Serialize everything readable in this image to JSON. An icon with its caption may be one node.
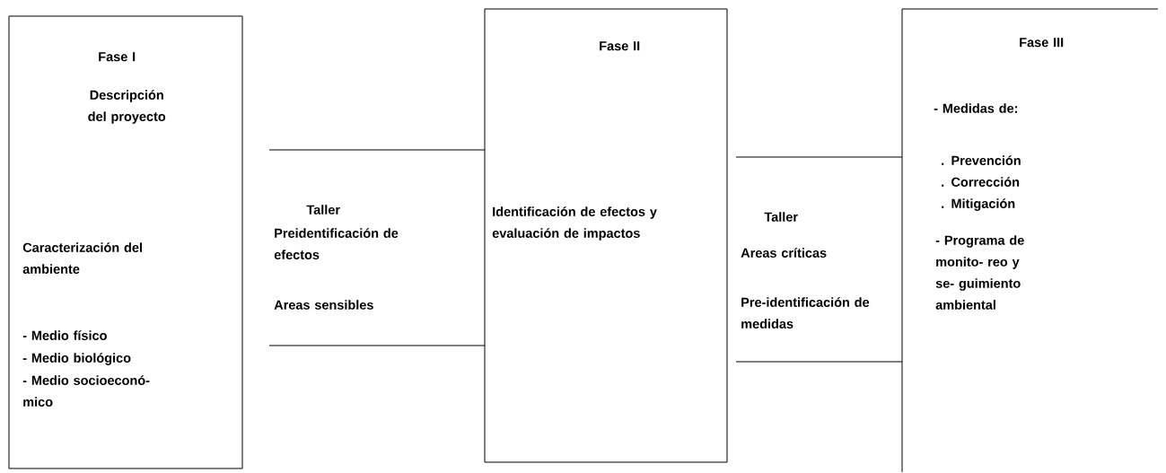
{
  "diagram": {
    "nodes": [
      {
        "text": [
          "Fase I",
          "Descripción del proyecto",
          "Caracterización del ambiente",
          "- Medio físico",
          "- Medio biológico",
          "- Medio socioeconó- mico"
        ]
      },
      {
        "text": [
          "Taller",
          "Preidentificación de efectos",
          "Areas sensibles"
        ]
      },
      {
        "text": [
          "Fase II",
          "Identificación de efectos y evaluación de impactos"
        ]
      },
      {
        "text": [
          "Taller",
          "Areas críticas",
          "Pre-identificación de medidas"
        ]
      },
      {
        "text": [
          "Fase III",
          "- Medidas de:",
          ". Prevención",
          ". Corrección",
          ". Mitigación",
          "- Programa de monito- reo y se- guimiento ambiental"
        ]
      }
    ]
  }
}
